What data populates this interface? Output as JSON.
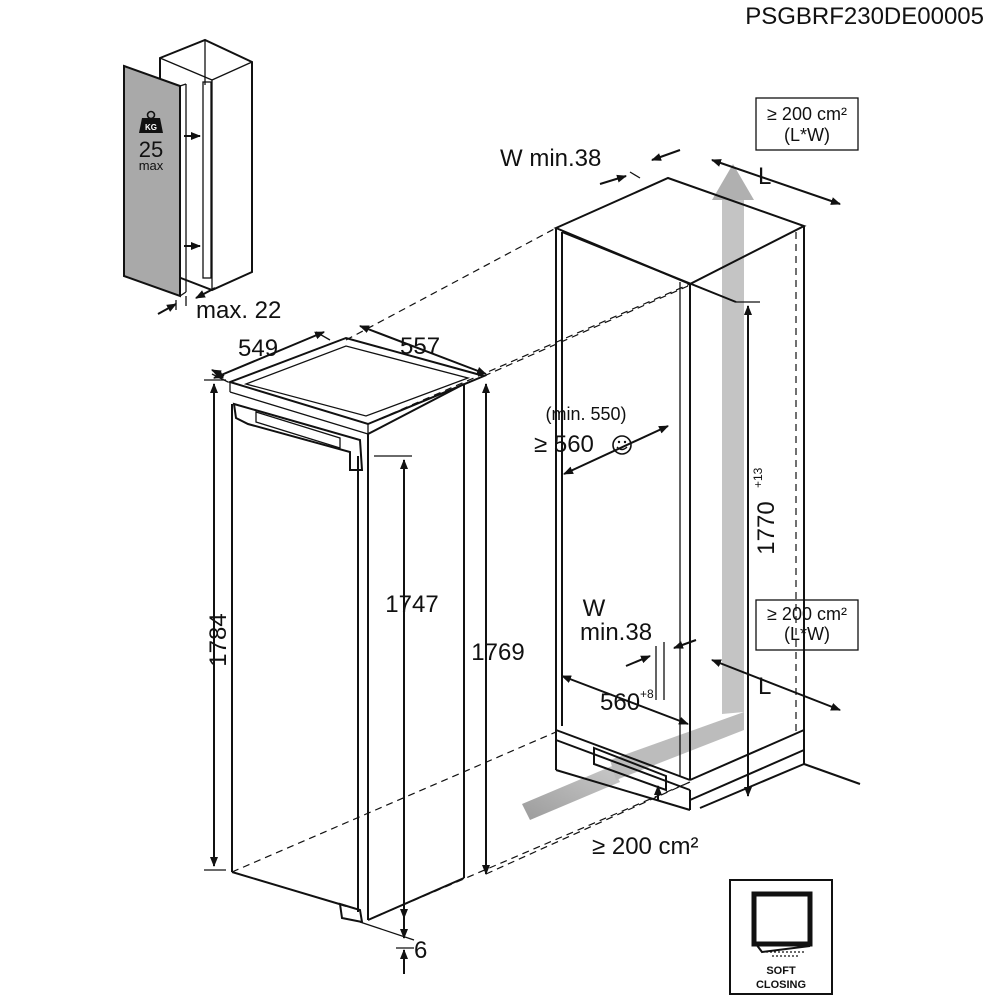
{
  "header": {
    "code": "PSGBRF230DE00005"
  },
  "door_panel": {
    "max_weight": "25",
    "weight_unit": "max",
    "kg_badge": "KG",
    "thickness": "max. 22"
  },
  "appliance": {
    "depth": "549",
    "width": "557",
    "height_total": "1784",
    "height_body": "1747",
    "height_side": "1769",
    "gap_bottom": "6"
  },
  "niche": {
    "vent_top_area": "≥ 200 cm²",
    "vent_top_lw": "(L*W)",
    "vent_mid_area": "≥ 200 cm²",
    "vent_mid_lw": "(L*W)",
    "vent_bottom_area": "≥ 200 cm²",
    "w_top": "W min.38",
    "w_mid_label": "W",
    "w_mid_value": "min.38",
    "l_top": "L",
    "l_mid": "L",
    "depth_min": "(min. 550)",
    "depth_pref": "≥ 560",
    "height_base": "1770",
    "height_tol": "+13",
    "width_base": "560",
    "width_tol": "+8"
  },
  "badge": {
    "line1": "SOFT",
    "line2": "CLOSING"
  },
  "icons": [
    "weight-icon",
    "smiley-icon",
    "soft-closing-icon"
  ]
}
